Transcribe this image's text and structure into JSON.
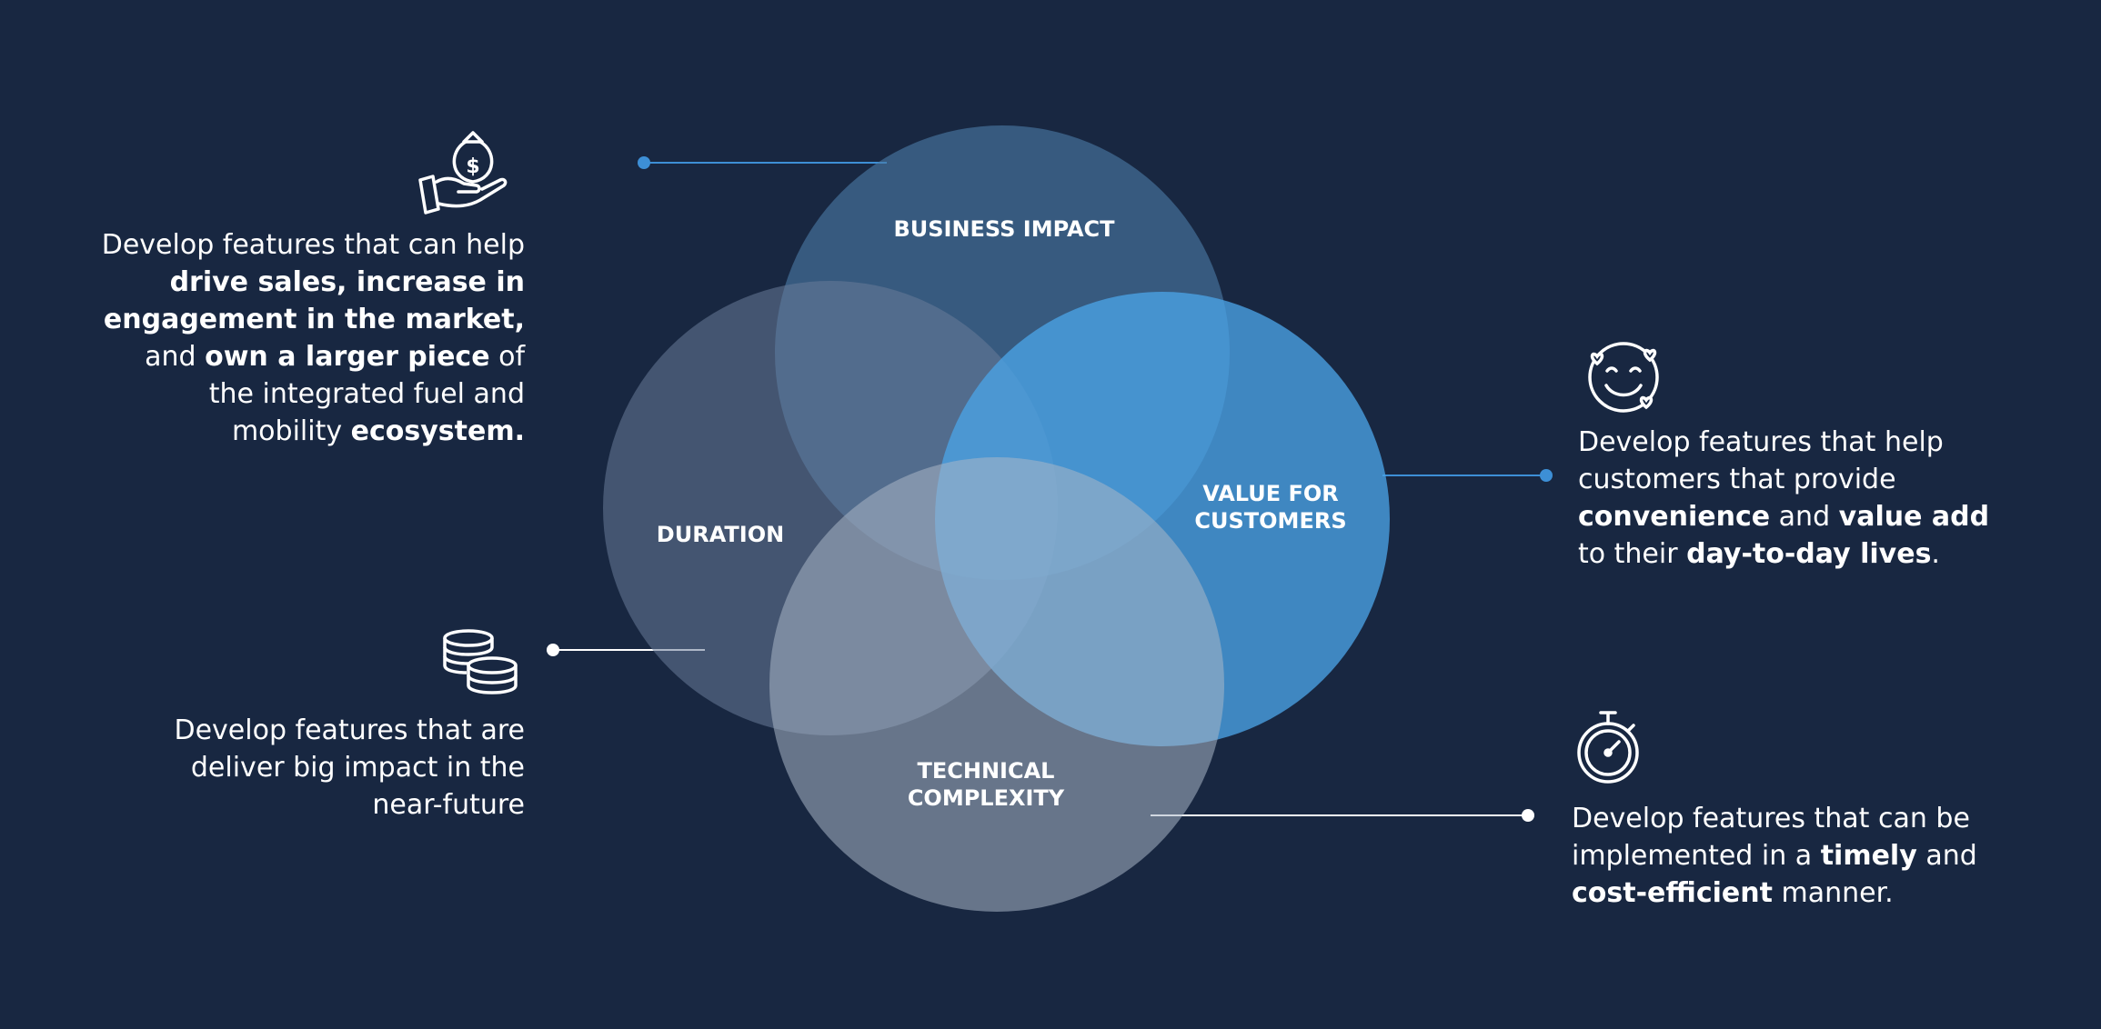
{
  "colors": {
    "background": "#182741",
    "business_impact": "#4a7aa6",
    "duration": "#6a7b99",
    "value_for_customers": "#4aa3e6",
    "technical_complexity": "#a9b6c6",
    "accent_line": "#3d8fd6",
    "white_line": "#ffffff"
  },
  "circles": {
    "business_impact": "BUSINESS IMPACT",
    "duration": "DURATION",
    "value_for_customers": [
      "VALUE FOR",
      "CUSTOMERS"
    ],
    "technical_complexity": [
      "TECHNICAL",
      "COMPLEXITY"
    ]
  },
  "callouts": {
    "business_impact": {
      "icon": "money-bag-hand-icon",
      "segments": [
        {
          "text": "Develop features that can help ",
          "bold": false
        },
        {
          "text": "drive sales, increase in engagement in the market,",
          "bold": true
        },
        {
          "text": " and ",
          "bold": false
        },
        {
          "text": "own a larger piece",
          "bold": true
        },
        {
          "text": " of the integrated fuel and mobility ",
          "bold": false
        },
        {
          "text": "ecosystem.",
          "bold": true
        }
      ]
    },
    "duration": {
      "icon": "coins-stack-icon",
      "segments": [
        {
          "text": "Develop features that are deliver big impact in the near-future",
          "bold": false
        }
      ]
    },
    "value_for_customers": {
      "icon": "smiley-hearts-icon",
      "segments": [
        {
          "text": "Develop features that help customers that provide ",
          "bold": false
        },
        {
          "text": "convenience",
          "bold": true
        },
        {
          "text": " and ",
          "bold": false
        },
        {
          "text": "value add",
          "bold": true
        },
        {
          "text": " to their ",
          "bold": false
        },
        {
          "text": "day-to-day lives",
          "bold": true
        },
        {
          "text": ".",
          "bold": false
        }
      ]
    },
    "technical_complexity": {
      "icon": "stopwatch-icon",
      "segments": [
        {
          "text": "Develop features that can be implemented in a ",
          "bold": false
        },
        {
          "text": "timely",
          "bold": true
        },
        {
          "text": " and ",
          "bold": false
        },
        {
          "text": "cost-efficient",
          "bold": true
        },
        {
          "text": " manner.",
          "bold": false
        }
      ]
    }
  }
}
